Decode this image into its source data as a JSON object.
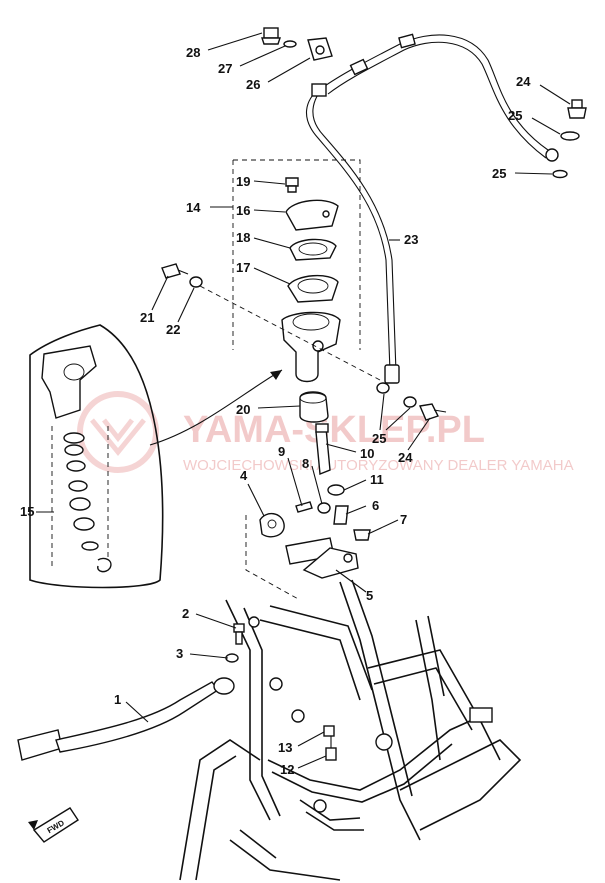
{
  "watermark": {
    "main": "YAMA-SKLEP.PL",
    "sub": "WOJCIECHOWSKI AUTORYZOWANY DEALER YAMAHA",
    "color": "#e9a0a0"
  },
  "direction_badge": "FWD",
  "callouts": [
    {
      "id": "c1",
      "label": "1"
    },
    {
      "id": "c2",
      "label": "2"
    },
    {
      "id": "c3",
      "label": "3"
    },
    {
      "id": "c4",
      "label": "4"
    },
    {
      "id": "c5",
      "label": "5"
    },
    {
      "id": "c6",
      "label": "6"
    },
    {
      "id": "c7",
      "label": "7"
    },
    {
      "id": "c8",
      "label": "8"
    },
    {
      "id": "c9",
      "label": "9"
    },
    {
      "id": "c10",
      "label": "10"
    },
    {
      "id": "c11",
      "label": "11"
    },
    {
      "id": "c12",
      "label": "12"
    },
    {
      "id": "c13",
      "label": "13"
    },
    {
      "id": "c14",
      "label": "14"
    },
    {
      "id": "c15",
      "label": "15"
    },
    {
      "id": "c16",
      "label": "16"
    },
    {
      "id": "c17",
      "label": "17"
    },
    {
      "id": "c18",
      "label": "18"
    },
    {
      "id": "c19",
      "label": "19"
    },
    {
      "id": "c20",
      "label": "20"
    },
    {
      "id": "c21",
      "label": "21"
    },
    {
      "id": "c22",
      "label": "22"
    },
    {
      "id": "c23",
      "label": "23"
    },
    {
      "id": "c24a",
      "label": "24"
    },
    {
      "id": "c24b",
      "label": "24"
    },
    {
      "id": "c25a",
      "label": "25"
    },
    {
      "id": "c25b",
      "label": "25"
    },
    {
      "id": "c25c",
      "label": "25"
    },
    {
      "id": "c26",
      "label": "26"
    },
    {
      "id": "c27",
      "label": "27"
    },
    {
      "id": "c28",
      "label": "28"
    }
  ]
}
